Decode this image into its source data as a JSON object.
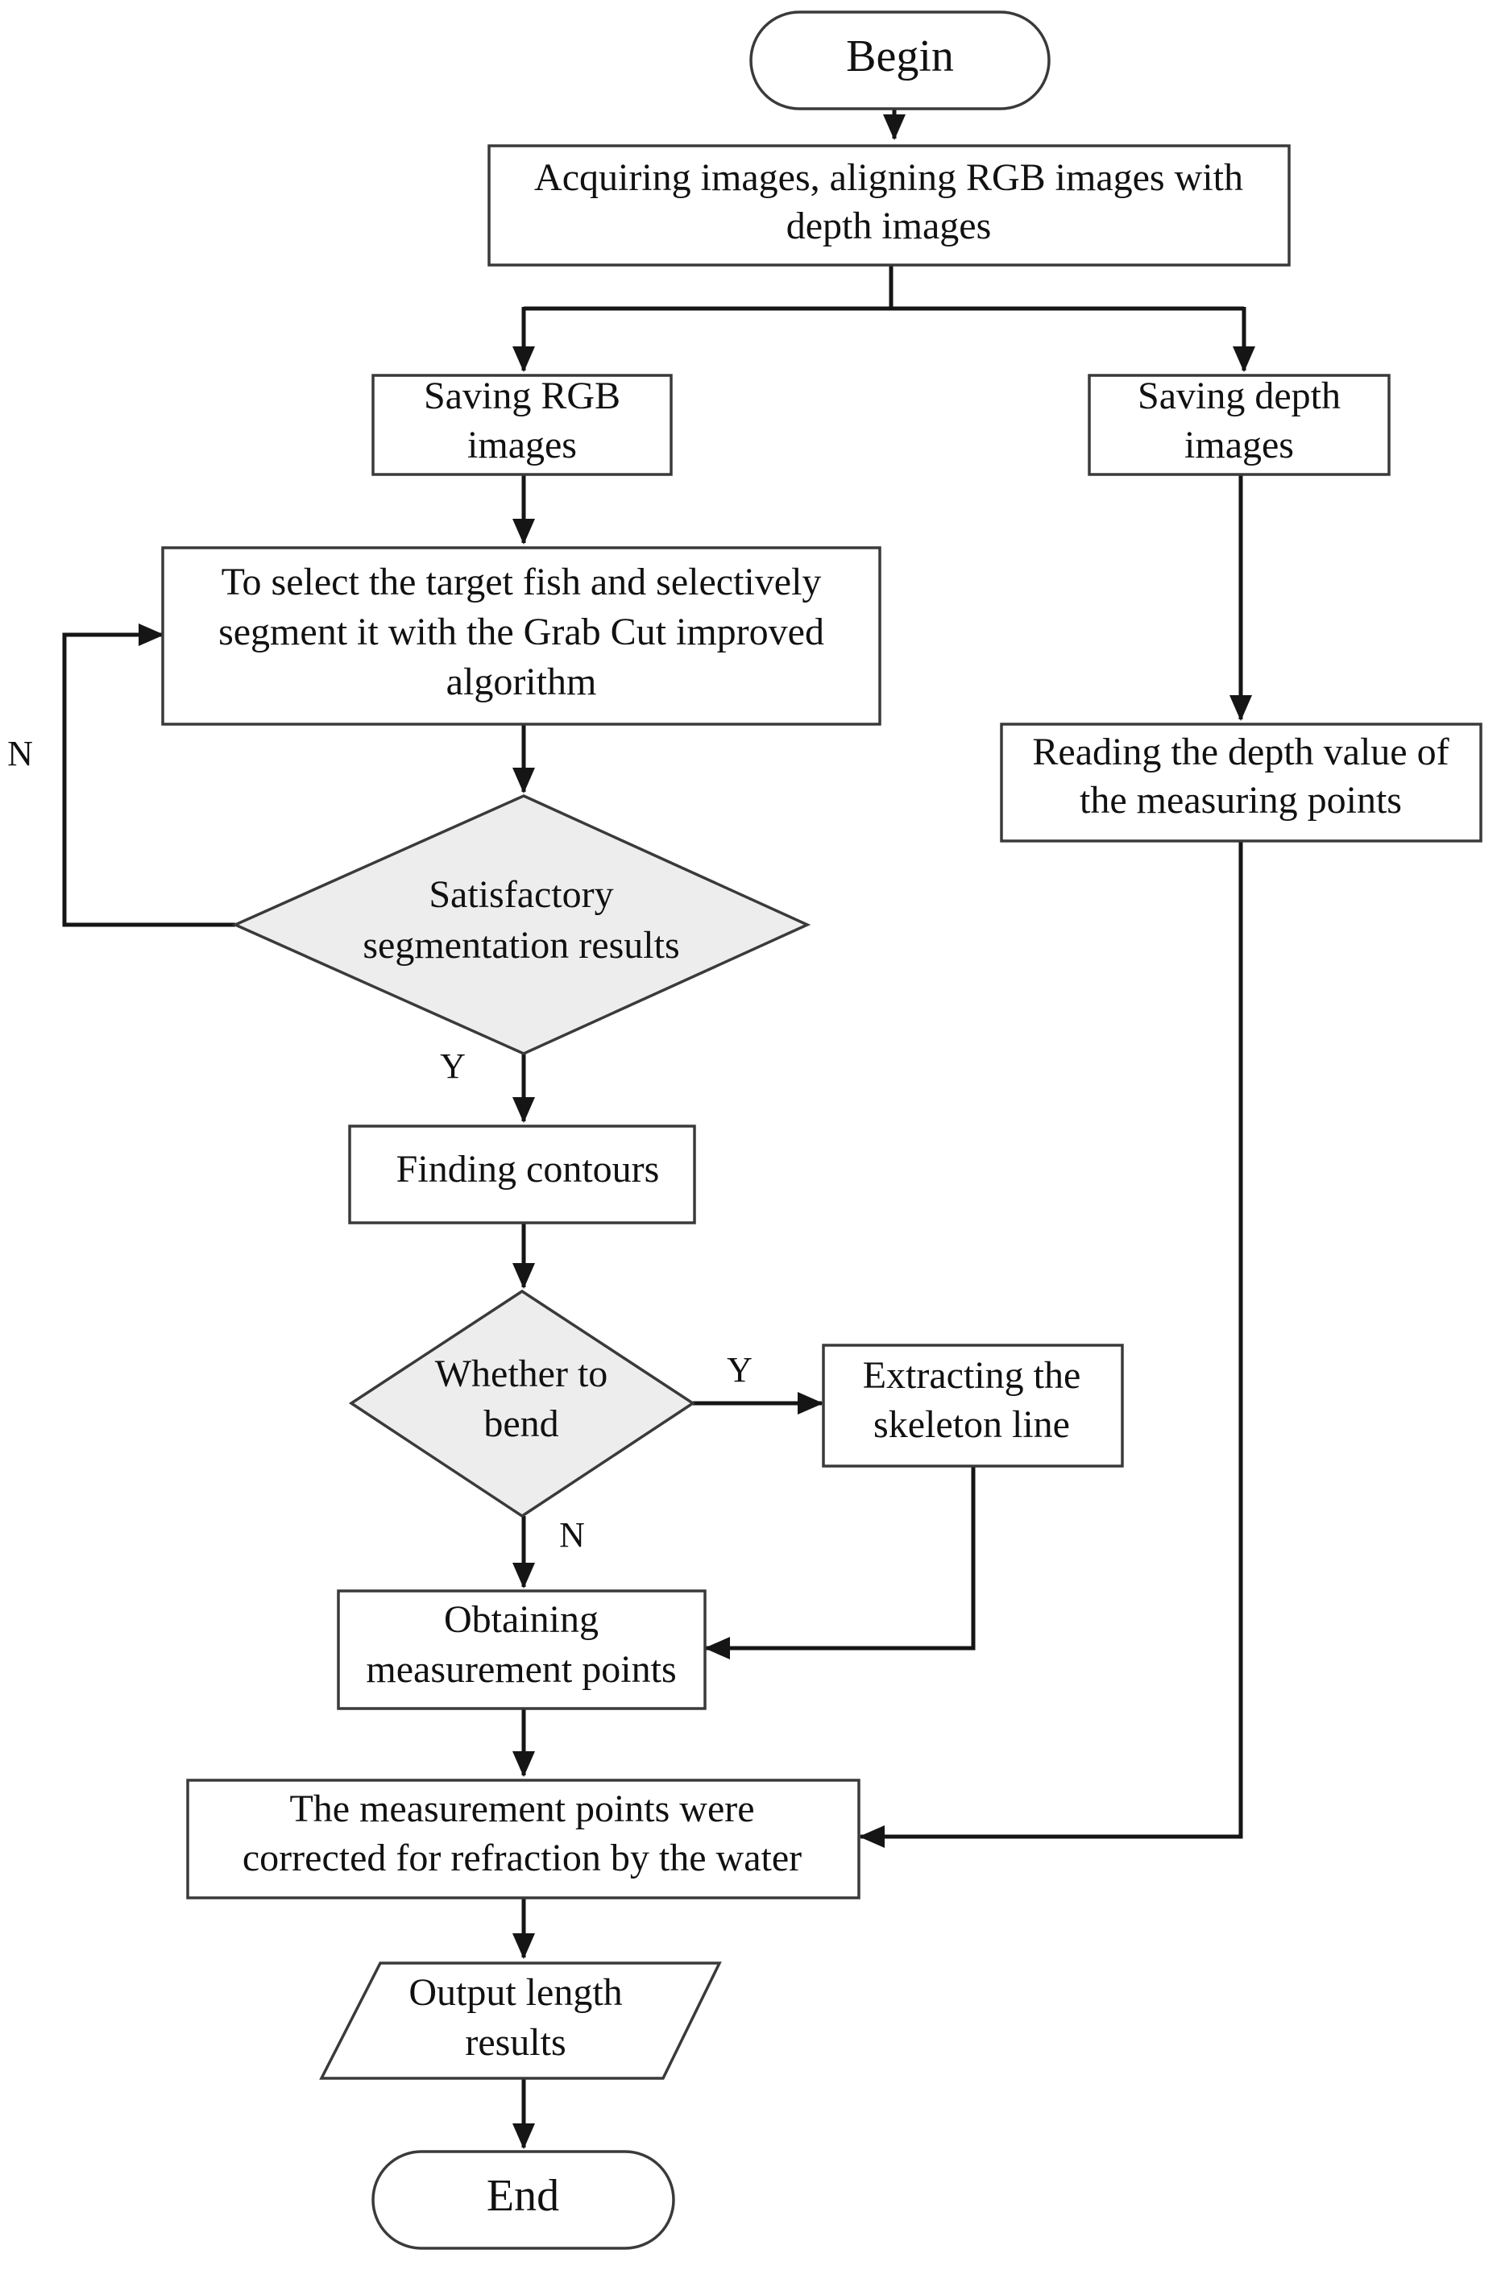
{
  "nodes": {
    "begin": {
      "lines": [
        "Begin"
      ]
    },
    "acquire": {
      "lines": [
        "Acquiring images, aligning RGB images with",
        "depth images"
      ]
    },
    "save_rgb": {
      "lines": [
        "Saving RGB",
        "images"
      ]
    },
    "save_depth": {
      "lines": [
        "Saving depth",
        "images"
      ]
    },
    "segment": {
      "lines": [
        "To select the target fish and selectively",
        "segment it with the Grab Cut improved",
        "algorithm"
      ]
    },
    "satisfactory": {
      "lines": [
        "Satisfactory",
        "segmentation results"
      ]
    },
    "read_depth": {
      "lines": [
        "Reading the depth value of",
        "the measuring points"
      ]
    },
    "contours": {
      "lines": [
        "Finding contours"
      ]
    },
    "bend": {
      "lines": [
        "Whether to",
        "bend"
      ]
    },
    "skeleton": {
      "lines": [
        "Extracting the",
        "skeleton line"
      ]
    },
    "obtain": {
      "lines": [
        "Obtaining",
        "measurement points"
      ]
    },
    "refraction": {
      "lines": [
        "The measurement points were",
        "corrected for refraction by the water"
      ]
    },
    "output": {
      "lines": [
        "Output length",
        "results"
      ]
    },
    "end": {
      "lines": [
        "End"
      ]
    }
  },
  "edge_labels": {
    "loop_no": "N",
    "satisfactory_yes": "Y",
    "bend_yes": "Y",
    "bend_no": "N"
  },
  "colors": {
    "stroke": "#3a3a3a",
    "decision_fill": "#ededed",
    "arrow": "#151515"
  }
}
